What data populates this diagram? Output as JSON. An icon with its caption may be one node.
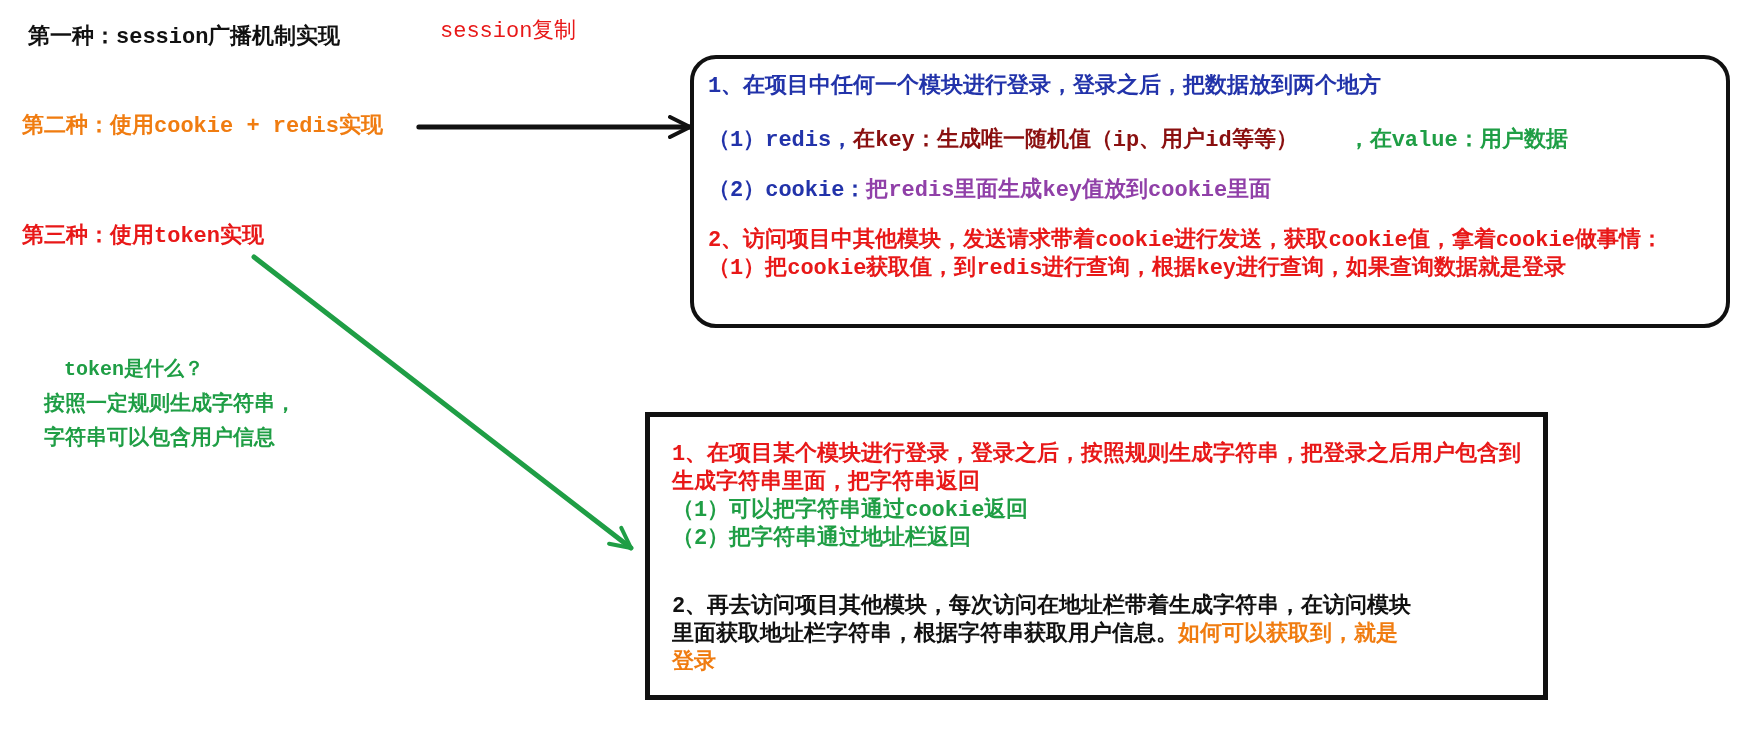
{
  "diagram": {
    "nodes": [
      {
        "text": [
          "第二种：使用cookie + redis实现"
        ]
      },
      {
        "text": [
          "1、在项目中任何一个模块进行登录，登录之后，把数据放到两个地方",
          "（1）redis，",
          "在key：生成唯一随机值（ip、用户id等等）",
          "，在value：用户数据",
          "（2）cookie：",
          "把redis里面生成key值放到cookie里面",
          "2、访问项目中其他模块，发送请求带着cookie进行发送，获取cookie值，拿着cookie做事情：",
          "（1）把cookie获取值，到redis进行查询，根据key进行查询，如果查询数据就是登录"
        ]
      },
      {
        "text": [
          "第三种：使用token实现"
        ]
      },
      {
        "text": [
          "1、在项目某个模块进行登录，登录之后，按照规则生成字符串，把登录之后用户包含到生成字符串里面，把字符串返回",
          "（1）可以把字符串通过cookie返回",
          "（2）把字符串通过地址栏返回",
          "2、再去访问项目其他模块，每次访问在地址栏带着生成字符串，在访问模块里面获取地址栏字符串，根据字符串获取用户信息。",
          "如何可以获取到，就是登录"
        ]
      }
    ],
    "edges": [
      {
        "from": 0,
        "to": 1,
        "arrow": "to"
      },
      {
        "from": 2,
        "to": 3,
        "arrow": "to",
        "color": "#1f9e45"
      }
    ],
    "labels": [
      "第一种：session广播机制实现",
      "session复制",
      "token是什么？",
      "按照一定规则生成字符串，字符串可以包含用户信息"
    ]
  }
}
